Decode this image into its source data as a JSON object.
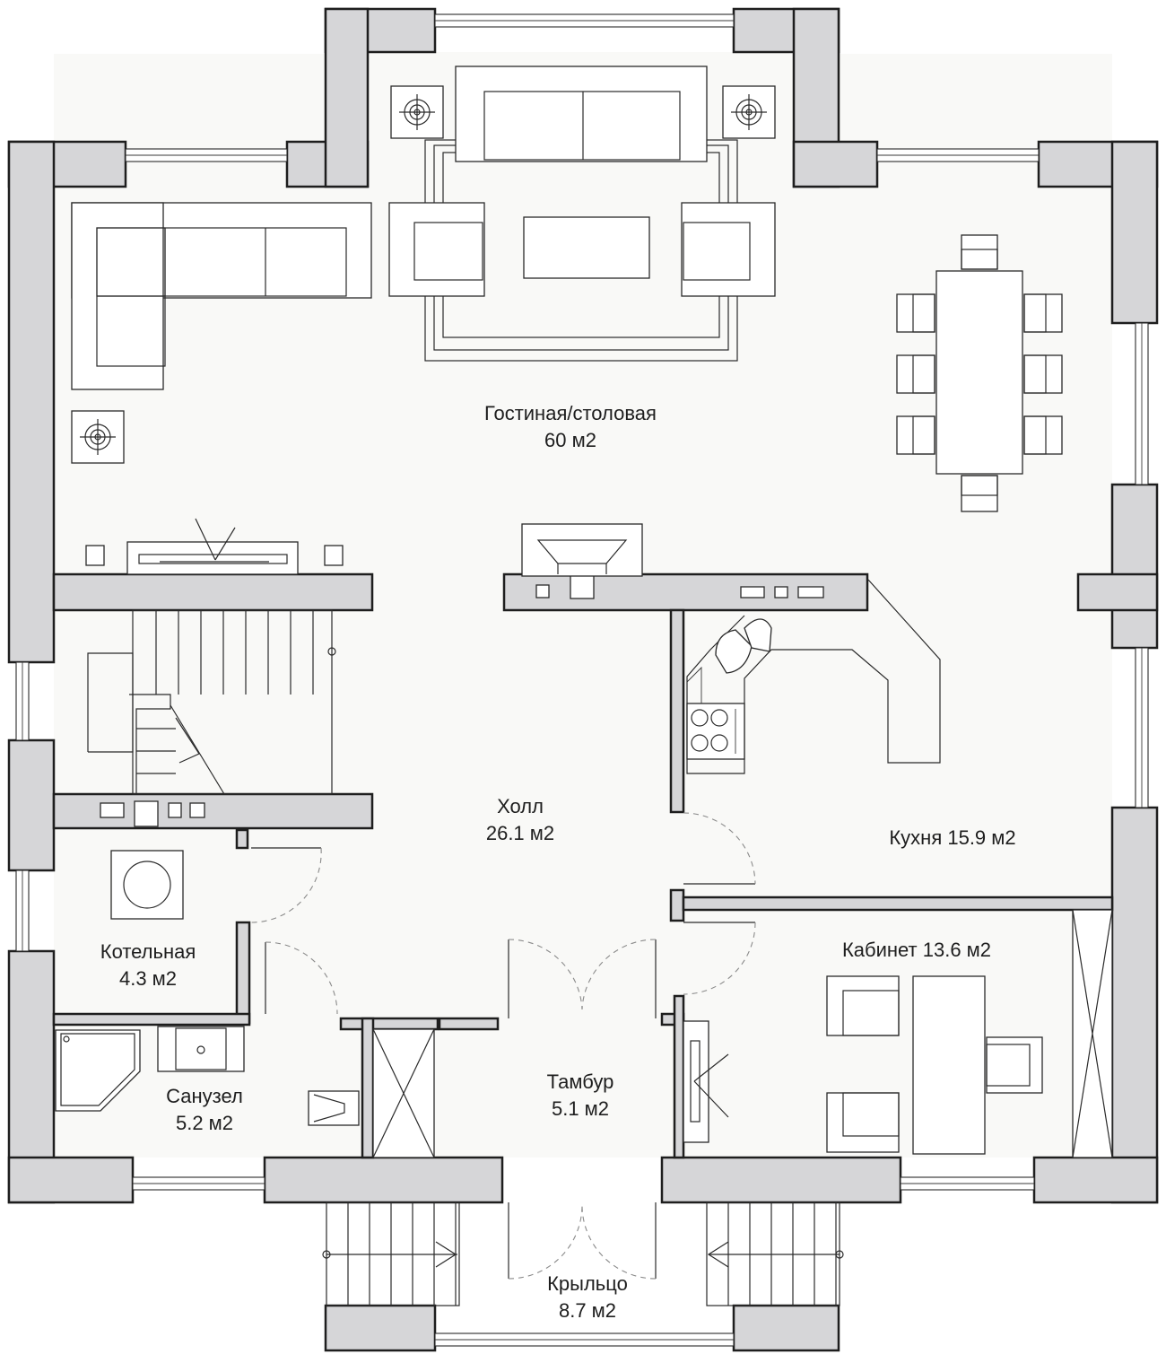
{
  "rooms": {
    "living": {
      "name": "Гостиная/столовая",
      "area": "60 м2"
    },
    "hall": {
      "name": "Холл",
      "area": "26.1 м2"
    },
    "kitchen": {
      "label": "Кухня 15.9 м2"
    },
    "boiler": {
      "name": "Котельная",
      "area": "4.3 м2"
    },
    "office": {
      "label": "Кабинет 13.6 м2"
    },
    "bathroom": {
      "name": "Санузел",
      "area": "5.2 м2"
    },
    "vestibule": {
      "name": "Тамбур",
      "area": "5.1 м2"
    },
    "porch": {
      "name": "Крыльцо",
      "area": "8.7 м2"
    }
  },
  "colors": {
    "wall": "#d6d6d8",
    "outline": "#1e1e1e",
    "floor": "#f9f9f7"
  }
}
